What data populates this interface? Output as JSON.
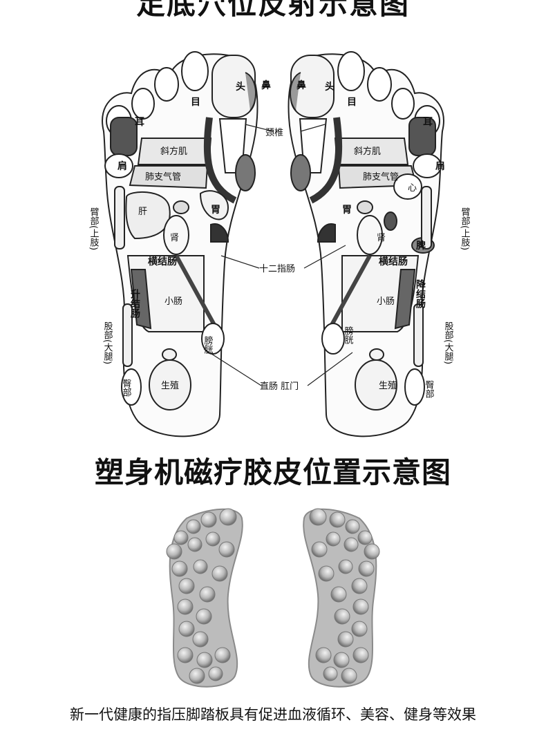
{
  "top_title": "足底穴位反射示意图",
  "foot_labels": {
    "head": "头",
    "nose": "鼻",
    "eye": "目",
    "ear": "耳",
    "cervical": "颈椎",
    "trapezius": "斜方肌",
    "shoulder": "肩",
    "lung_trachea": "肺支气管",
    "heart": "心",
    "liver": "肝",
    "stomach": "胃",
    "kidney": "肾",
    "spleen": "脾",
    "duodenum": "十二指肠",
    "transverse_colon": "横结肠",
    "ascending_colon": "升结肠",
    "descending_colon": "降结肠",
    "small_intestine": "小肠",
    "bladder": "膀胱",
    "reproductive": "生殖",
    "rectum_anus": "直肠 肛门",
    "arm_upper_limb": "臂部(上肢)",
    "thigh": "股部(大腿)",
    "hip": "臀部"
  },
  "mid_title": "塑身机磁疗胶皮位置示意图",
  "caption": "新一代健康的指压脚踏板具有促进血液循环、美容、健身等效果"
}
